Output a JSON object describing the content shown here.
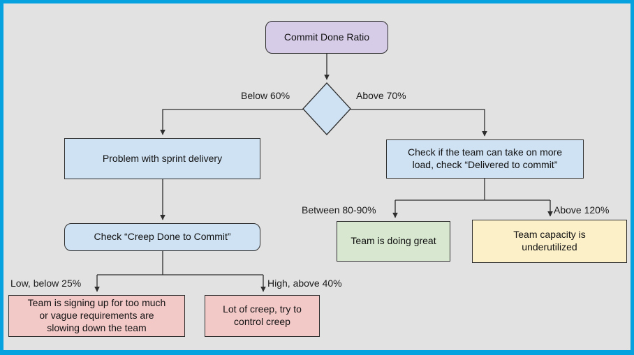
{
  "diagram": {
    "type": "flowchart",
    "nodes": {
      "commit_done_ratio": {
        "label": "Commit Done Ratio",
        "shape": "rounded-rect",
        "fill": "#d6cce8"
      },
      "decision_diamond": {
        "label": "",
        "shape": "diamond",
        "fill": "#cfe2f3"
      },
      "problem_sprint_delivery": {
        "label": "Problem with sprint delivery",
        "shape": "rect",
        "fill": "#cfe2f3"
      },
      "check_creep_done_to_commit": {
        "label": "Check “Creep Done to Commit”",
        "shape": "rounded-rect",
        "fill": "#cfe2f3"
      },
      "signing_up_too_much": {
        "label": "Team is signing up for too much or vague requirements are slowing down the team",
        "lines": [
          "Team is signing up for too much",
          "or vague requirements are",
          "slowing down the team"
        ],
        "shape": "rect",
        "fill": "#f3c9c8"
      },
      "lot_of_creep": {
        "label": "Lot of creep, try to control creep",
        "lines": [
          "Lot of creep, try to",
          "control creep"
        ],
        "shape": "rect",
        "fill": "#f3c9c8"
      },
      "check_team_load": {
        "label": "Check if the team can take on more load, check “Delivered to commit”",
        "lines": [
          "Check if the team can take on more",
          "load, check “Delivered to commit”"
        ],
        "shape": "rect",
        "fill": "#cfe2f3"
      },
      "team_doing_great": {
        "label": "Team is doing great",
        "shape": "rect",
        "fill": "#d8e8d0"
      },
      "team_capacity_underutilized": {
        "label": "Team capacity is underutilized",
        "lines": [
          "Team capacity is",
          "underutilized"
        ],
        "shape": "rect",
        "fill": "#fcf0c9"
      }
    },
    "edge_labels": {
      "below_60": "Below 60%",
      "above_70": "Above 70%",
      "low_below_25": "Low, below 25%",
      "high_above_40": "High, above 40%",
      "between_80_90": "Between 80-90%",
      "above_120": "Above 120%"
    },
    "colors": {
      "frame_border": "#06a2df",
      "canvas_background": "#e2e2e2",
      "line": "#2e2e2e",
      "text": "#111111",
      "purple_fill": "#d6cce8",
      "blue_fill": "#cfe2f3",
      "pink_fill": "#f3c9c8",
      "green_fill": "#d8e8d0",
      "yellow_fill": "#fcf0c9"
    }
  }
}
